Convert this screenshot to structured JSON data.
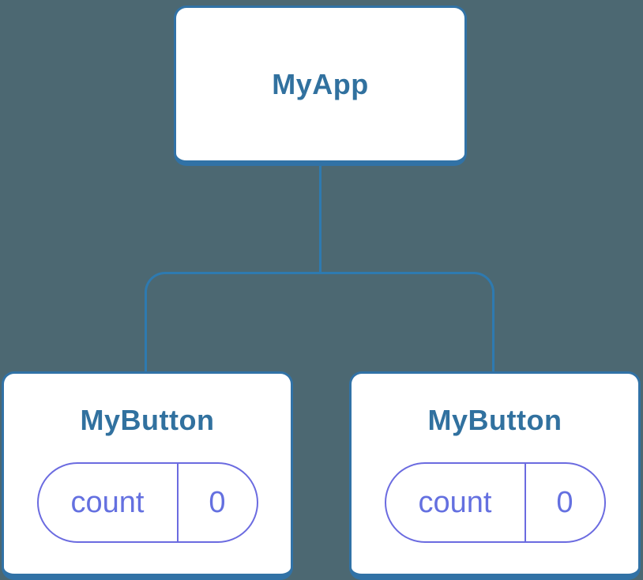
{
  "diagram": {
    "kind": "component-tree",
    "root": {
      "label": "MyApp"
    },
    "children": [
      {
        "label": "MyButton",
        "state": {
          "key": "count",
          "value": "0"
        }
      },
      {
        "label": "MyButton",
        "state": {
          "key": "count",
          "value": "0"
        }
      }
    ]
  },
  "colors": {
    "background": "#4C6872",
    "node_border": "#3172A6",
    "node_bg": "#FFFFFF",
    "node_title": "#31719F",
    "connector": "#2E7AB0",
    "pill_border": "#6B6BE0",
    "pill_text": "#6470E0"
  }
}
